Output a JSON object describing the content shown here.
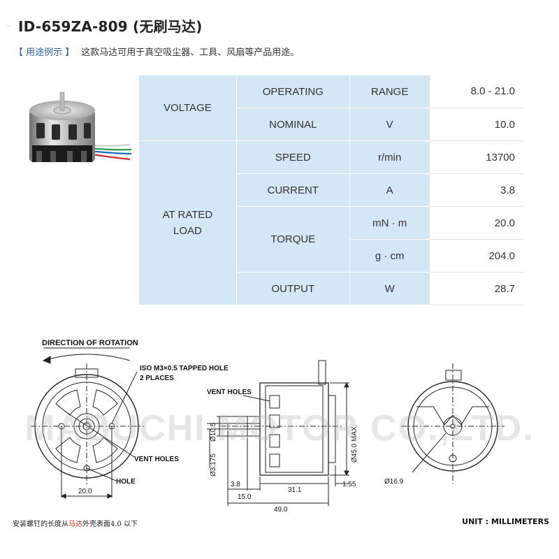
{
  "header": {
    "title": "ID-659ZA-809 (无刷马达)"
  },
  "usage": {
    "tag": "【 用途例示 】",
    "text": "这款马达可用于真空吸尘器、工具、风扇等产品用途。"
  },
  "spec_table": {
    "voltage": {
      "group": "VOLTAGE",
      "operating": {
        "label": "OPERATING",
        "unit": "RANGE",
        "value": "8.0 - 21.0"
      },
      "nominal": {
        "label": "NOMINAL",
        "unit": "V",
        "value": "10.0"
      }
    },
    "rated": {
      "group_line1": "AT RATED",
      "group_line2": "LOAD",
      "speed": {
        "label": "SPEED",
        "unit": "r/min",
        "value": "13700"
      },
      "current": {
        "label": "CURRENT",
        "unit": "A",
        "value": "3.8"
      },
      "torque": {
        "label": "TORQUE",
        "unit_mn": "mN · m",
        "value_mn": "20.0",
        "unit_g": "g · cm",
        "value_g": "204.0"
      },
      "output": {
        "label": "OUTPUT",
        "unit": "W",
        "value": "28.7"
      }
    }
  },
  "drawing": {
    "direction": "DIRECTION OF ROTATION",
    "tapped_hole": "ISO M3×0.5 TAPPED HOLE",
    "places": "2 PLACES",
    "vent_holes_front": "VENT HOLES",
    "vent_holes_side": "VENT HOLES",
    "hole": "HOLE",
    "dim_20": "20.0",
    "dim_d105": "Ø10.5",
    "dim_d3175": "Ø3.175",
    "dim_d45": "Ø45.0 MAX.",
    "dim_38": "3.8",
    "dim_15": "15.0",
    "dim_311": "31.1",
    "dim_155": "1.55",
    "dim_49": "49.0",
    "dim_d169": "Ø16.9",
    "watermark": "MABUCHI MOTOR CO.,LTD."
  },
  "footer": {
    "note_prefix": "安装螺钉的长度从",
    "note_red": "马达",
    "note_suffix": "外壳表面4.0 以下",
    "units": "UNIT : MILLIMETERS"
  }
}
